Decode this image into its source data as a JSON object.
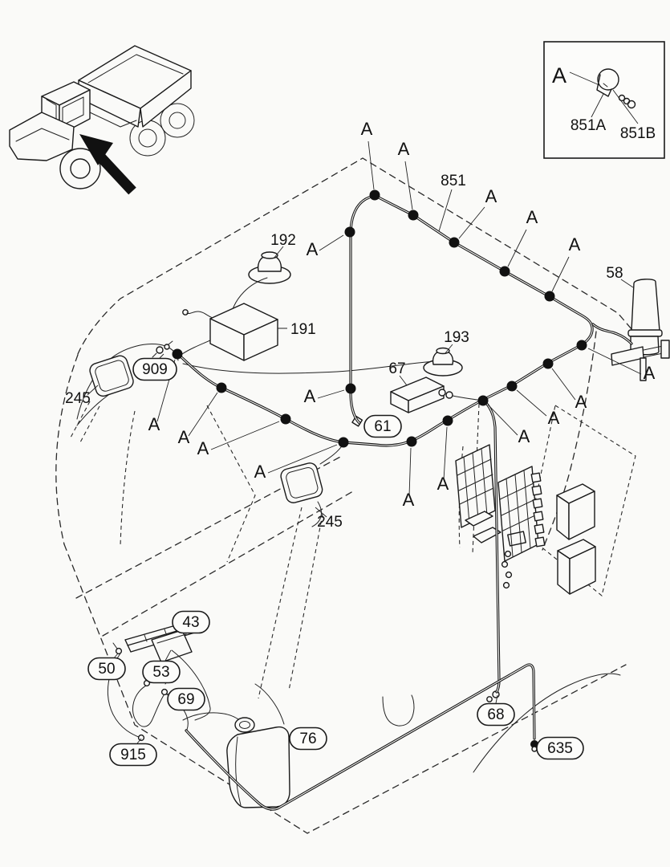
{
  "canvas": {
    "bg": "#fafaf8",
    "ink": "#1a1a1a"
  },
  "icons": {
    "truck_thumbnail": "articulated-dump-truck-locator",
    "location_arrow": "black-location-arrow",
    "clamp_dot": "harness-clamp-point"
  },
  "inset": {
    "title": "A"
  },
  "clamp_label": "A",
  "parts": {
    "p43": "43",
    "p50": "50",
    "p53": "53",
    "p58": "58",
    "p61": "61",
    "p67": "67",
    "p68": "68",
    "p69": "69",
    "p76": "76",
    "p191": "191",
    "p192": "192",
    "p193": "193",
    "p245": "245",
    "p635": "635",
    "p851": "851",
    "p851A": "851A",
    "p851B": "851B",
    "p909": "909",
    "p915": "915"
  }
}
